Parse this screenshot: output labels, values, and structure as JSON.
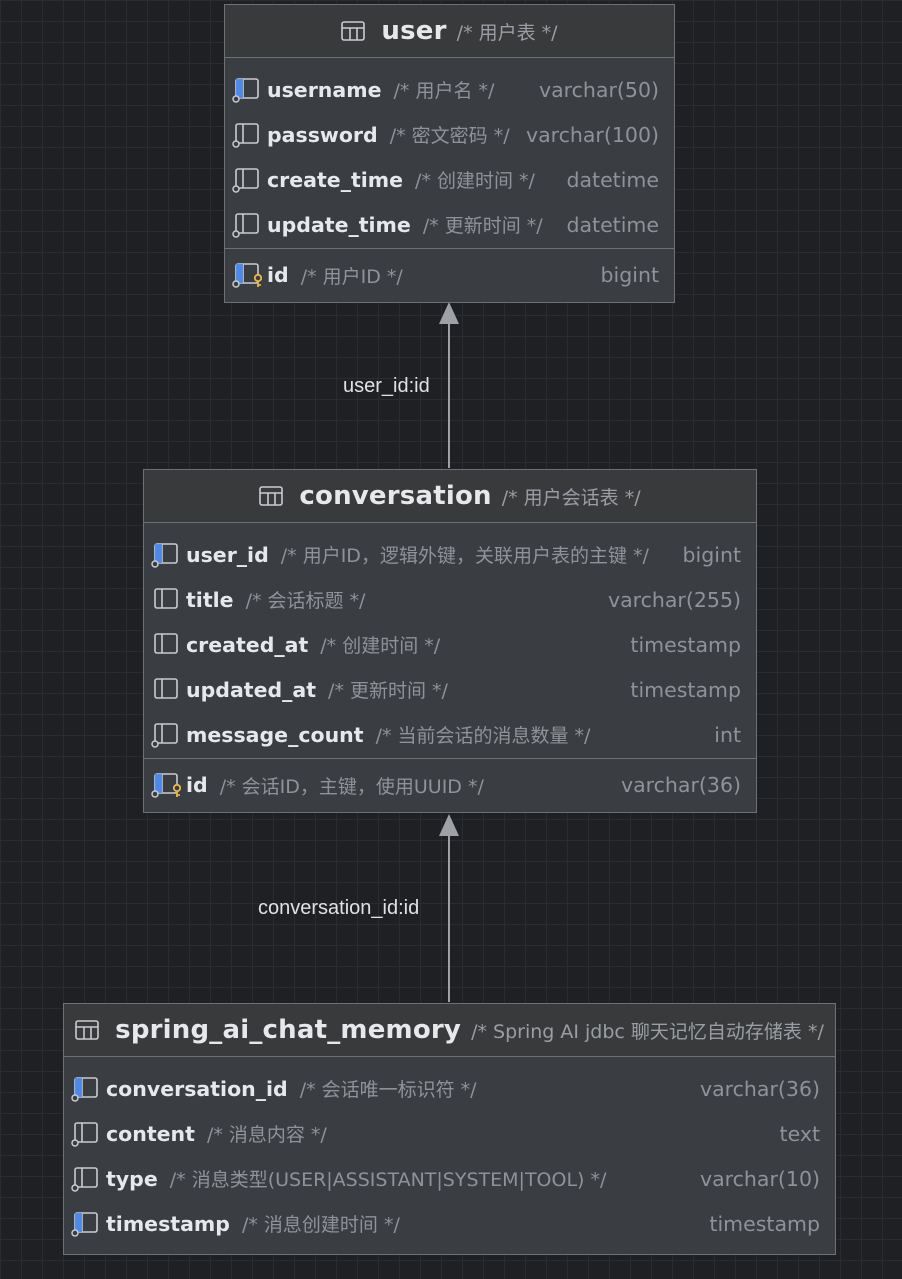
{
  "entities": {
    "user": {
      "name": "user",
      "comment": "/* 用户表 */",
      "columns": [
        {
          "name": "username",
          "comment": "/* 用户名 */",
          "type": "varchar(50)"
        },
        {
          "name": "password",
          "comment": "/* 密文密码 */",
          "type": "varchar(100)"
        },
        {
          "name": "create_time",
          "comment": "/* 创建时间 */",
          "type": "datetime"
        },
        {
          "name": "update_time",
          "comment": "/* 更新时间 */",
          "type": "datetime"
        }
      ],
      "pk": {
        "name": "id",
        "comment": "/* 用户ID */",
        "type": "bigint"
      }
    },
    "conversation": {
      "name": "conversation",
      "comment": "/* 用户会话表 */",
      "columns": [
        {
          "name": "user_id",
          "comment": "/* 用户ID，逻辑外键，关联用户表的主键 */",
          "type": "bigint"
        },
        {
          "name": "title",
          "comment": "/* 会话标题 */",
          "type": "varchar(255)"
        },
        {
          "name": "created_at",
          "comment": "/* 创建时间 */",
          "type": "timestamp"
        },
        {
          "name": "updated_at",
          "comment": "/* 更新时间 */",
          "type": "timestamp"
        },
        {
          "name": "message_count",
          "comment": "/* 当前会话的消息数量 */",
          "type": "int"
        }
      ],
      "pk": {
        "name": "id",
        "comment": "/* 会话ID，主键，使用UUID */",
        "type": "varchar(36)"
      }
    },
    "memory": {
      "name": "spring_ai_chat_memory",
      "comment": "/* Spring AI jdbc 聊天记忆自动存储表 */",
      "columns": [
        {
          "name": "conversation_id",
          "comment": "/* 会话唯一标识符 */",
          "type": "varchar(36)"
        },
        {
          "name": "content",
          "comment": "/* 消息内容 */",
          "type": "text"
        },
        {
          "name": "type",
          "comment": "/* 消息类型(USER|ASSISTANT|SYSTEM|TOOL) */",
          "type": "varchar(10)"
        },
        {
          "name": "timestamp",
          "comment": "/* 消息创建时间 */",
          "type": "timestamp"
        }
      ]
    }
  },
  "relations": {
    "conversation_user": "user_id:id",
    "memory_conversation": "conversation_id:id"
  },
  "icons": {
    "table": "table-icon",
    "column": "column-icon",
    "foreign_key_column": "foreign-key-column-icon",
    "primary_key_column": "primary-key-icon"
  },
  "colors": {
    "background": "#1f2023",
    "entity_fill": "#3a3d41",
    "border": "#6d7075",
    "fk_accent": "#4f8df0",
    "pk_accent": "#e8b84a"
  }
}
